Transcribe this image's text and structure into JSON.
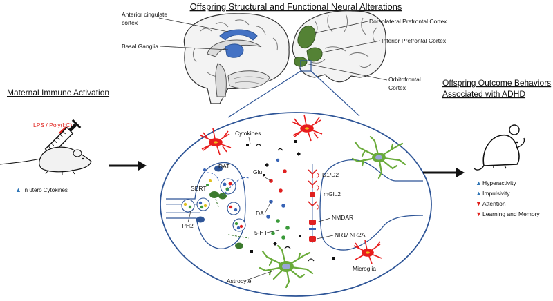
{
  "title": "Offspring Structural and Functional Neural Alterations",
  "left_section": {
    "heading": "Maternal Immune Activation",
    "injection_label": "LPS / Poly(I:C)",
    "cytokine_note": "In utero Cytokines"
  },
  "right_section": {
    "heading_line1": "Offspring Outcome Behaviors",
    "heading_line2": "Associated with ADHD",
    "outcomes": [
      {
        "label": "Hyperactivity",
        "direction": "up"
      },
      {
        "label": "Impulsivity",
        "direction": "up"
      },
      {
        "label": "Attention",
        "direction": "down"
      },
      {
        "label": "Learning and Memory",
        "direction": "down"
      }
    ]
  },
  "brain_labels": {
    "anterior_cingulate_line1": "Anterior cingulate",
    "anterior_cingulate_line2": "cortex",
    "basal_ganglia": "Basal Ganglia",
    "dlpfc": "Dorsolateral Prefrontal Cortex",
    "ipfc": "Inferior Prefrontal Cortex",
    "ofc_line1": "Orbitofrontal",
    "ofc_line2": "Cortex"
  },
  "synapse_labels": {
    "cytokines": "Cytokines",
    "dat": "DAT",
    "glu": "Glu",
    "sert": "SERT",
    "da": "DA",
    "tph2": "TPH2",
    "ht5": "5-HT",
    "d1d2": "D1/D2",
    "mglu2": "mGlu2",
    "nmdar": "NMDAR",
    "nr1nr2a": "NR1/ NR2A",
    "astrocyte": "Astrocyte",
    "microglia": "Microglia"
  },
  "colors": {
    "basal_ganglia": "#4472c4",
    "prefrontal": "#548235",
    "microglia": "#e81c1c",
    "astrocyte": "#6aab3a",
    "membrane": "#2e5597",
    "up_arrow": "#2e75b6",
    "down_arrow": "#e0201b",
    "injection_text": "#e0201b"
  },
  "icons": [
    "syringe-icon",
    "mouse-icon",
    "lightning-icon",
    "arrow-right-icon",
    "microglia-icon",
    "astrocyte-icon",
    "brain-icon"
  ]
}
